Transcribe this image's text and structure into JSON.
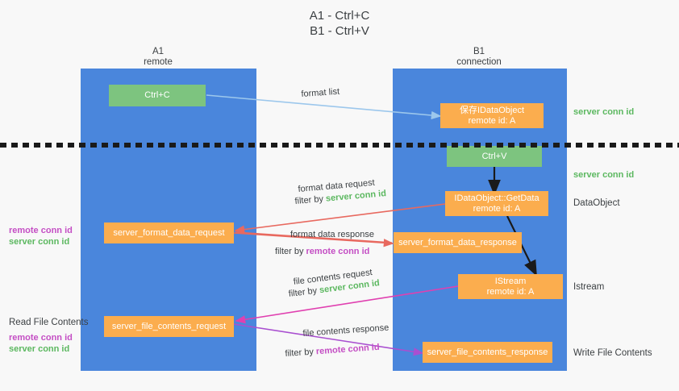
{
  "title": "A1 - Ctrl+C\nB1 - Ctrl+V",
  "colors": {
    "column_blue": "#4a86dc",
    "node_green": "#7dc47f",
    "node_orange": "#fbad4e",
    "server_conn_green": "#5cb860",
    "remote_conn_purple": "#c44ec4",
    "background": "#f8f8f8",
    "arrow_light_blue": "#9cc7ec",
    "arrow_red": "#e8695f",
    "arrow_magenta": "#e040b0",
    "arrow_purple": "#a94fd0",
    "arrow_black": "#1a1a1a"
  },
  "columns": [
    {
      "name": "A1",
      "sub": "remote",
      "label": "A1\nremote"
    },
    {
      "name": "B1",
      "sub": "connection",
      "label": "B1\nconnection"
    }
  ],
  "nodes": [
    {
      "id": "ctrl-c",
      "label": "Ctrl+C",
      "kind": "green",
      "column": "A1"
    },
    {
      "id": "save-idataobject",
      "label": "保存IDataObject\nremote id: A",
      "kind": "orange",
      "column": "B1"
    },
    {
      "id": "ctrl-v",
      "label": "Ctrl+V",
      "kind": "green",
      "column": "B1"
    },
    {
      "id": "getdata",
      "label": "IDataObject::GetData\nremote id: A",
      "kind": "orange",
      "column": "B1"
    },
    {
      "id": "server-format-data-request",
      "label": "server_format_data_request",
      "kind": "orange",
      "column": "A1"
    },
    {
      "id": "server-format-data-response",
      "label": "server_format_data_response",
      "kind": "orange",
      "column": "B1"
    },
    {
      "id": "istream",
      "label": "IStream\nremote id: A",
      "kind": "orange",
      "column": "B1"
    },
    {
      "id": "server-file-contents-request",
      "label": "server_file_contents_request",
      "kind": "orange",
      "column": "A1"
    },
    {
      "id": "server-file-contents-response",
      "label": "server_file_contents_response",
      "kind": "orange",
      "column": "B1"
    }
  ],
  "edge_notes": [
    {
      "id": "format-list",
      "text": "format list"
    },
    {
      "id": "format-data-request",
      "line1": "format data request",
      "line2_prefix": "filter by ",
      "line2_token": "server conn id",
      "token_color": "green"
    },
    {
      "id": "format-data-response",
      "line1": "format data response",
      "line2_prefix": "filter by ",
      "line2_token": "remote conn id",
      "token_color": "purple"
    },
    {
      "id": "file-contents-request",
      "line1": "file contents request",
      "line2_prefix": "filter by ",
      "line2_token": "server conn id",
      "token_color": "green"
    },
    {
      "id": "file-contents-response",
      "line1": "file contents response",
      "line2_prefix": "filter by ",
      "line2_token": "remote conn id",
      "token_color": "purple"
    }
  ],
  "right_labels": [
    {
      "id": "server-conn-id-top",
      "text": "server conn id",
      "color": "green"
    },
    {
      "id": "server-conn-id-mid",
      "text": "server conn id",
      "color": "green"
    },
    {
      "id": "dataobject",
      "text": "DataObject",
      "color": "dark"
    },
    {
      "id": "istream-label",
      "text": "Istream",
      "color": "dark"
    },
    {
      "id": "write-file-contents",
      "text": "Write File Contents",
      "color": "dark"
    }
  ],
  "left_labels": [
    {
      "id": "conn-ids-format",
      "remote": "remote conn id",
      "server": "server conn id"
    },
    {
      "id": "read-file-contents",
      "heading": "Read File Contents",
      "remote": "remote conn id",
      "server": "server conn id"
    }
  ]
}
